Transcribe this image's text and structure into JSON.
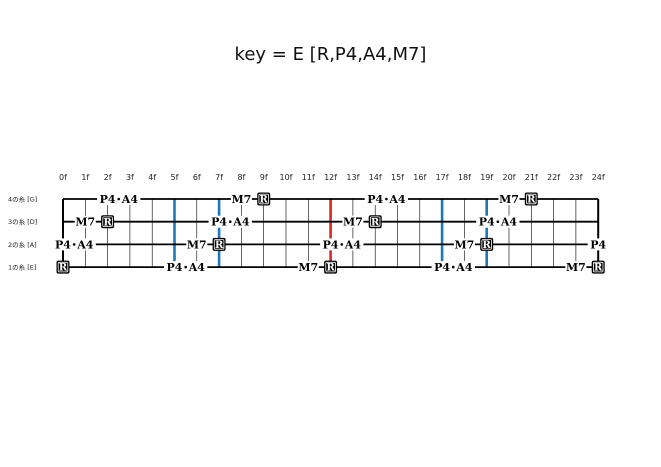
{
  "title": "key = E [R,P4,A4,M7]",
  "frets": [
    "0f",
    "1f",
    "2f",
    "3f",
    "4f",
    "5f",
    "6f",
    "7f",
    "8f",
    "9f",
    "10f",
    "11f",
    "12f",
    "13f",
    "14f",
    "15f",
    "16f",
    "17f",
    "18f",
    "19f",
    "20f",
    "21f",
    "22f",
    "23f",
    "24f"
  ],
  "strings": [
    {
      "label": "4の糸 [G]"
    },
    {
      "label": "3の糸 [D]"
    },
    {
      "label": "2の糸 [A]"
    },
    {
      "label": "1の糸 [E]"
    }
  ],
  "markers": [
    {
      "fret": 5,
      "color": "#1f77b4"
    },
    {
      "fret": 7,
      "color": "#1f77b4"
    },
    {
      "fret": 12,
      "color": "#d62728"
    },
    {
      "fret": 17,
      "color": "#1f77b4"
    },
    {
      "fret": 19,
      "color": "#1f77b4"
    }
  ],
  "notes": [
    {
      "string": 0,
      "fret": 2,
      "label": "P4"
    },
    {
      "string": 0,
      "fret": 3,
      "label": "A4"
    },
    {
      "string": 0,
      "fret": 8,
      "label": "M7"
    },
    {
      "string": 0,
      "fret": 9,
      "label": "R",
      "root": true
    },
    {
      "string": 0,
      "fret": 14,
      "label": "P4"
    },
    {
      "string": 0,
      "fret": 15,
      "label": "A4"
    },
    {
      "string": 0,
      "fret": 20,
      "label": "M7"
    },
    {
      "string": 0,
      "fret": 21,
      "label": "R",
      "root": true
    },
    {
      "string": 1,
      "fret": 1,
      "label": "M7"
    },
    {
      "string": 1,
      "fret": 2,
      "label": "R",
      "root": true
    },
    {
      "string": 1,
      "fret": 7,
      "label": "P4"
    },
    {
      "string": 1,
      "fret": 8,
      "label": "A4"
    },
    {
      "string": 1,
      "fret": 13,
      "label": "M7"
    },
    {
      "string": 1,
      "fret": 14,
      "label": "R",
      "root": true
    },
    {
      "string": 1,
      "fret": 19,
      "label": "P4"
    },
    {
      "string": 1,
      "fret": 20,
      "label": "A4"
    },
    {
      "string": 2,
      "fret": 0,
      "label": "P4"
    },
    {
      "string": 2,
      "fret": 1,
      "label": "A4"
    },
    {
      "string": 2,
      "fret": 6,
      "label": "M7"
    },
    {
      "string": 2,
      "fret": 7,
      "label": "R",
      "root": true
    },
    {
      "string": 2,
      "fret": 12,
      "label": "P4"
    },
    {
      "string": 2,
      "fret": 13,
      "label": "A4"
    },
    {
      "string": 2,
      "fret": 18,
      "label": "M7"
    },
    {
      "string": 2,
      "fret": 19,
      "label": "R",
      "root": true
    },
    {
      "string": 2,
      "fret": 24,
      "label": "P4"
    },
    {
      "string": 3,
      "fret": 0,
      "label": "R",
      "root": true
    },
    {
      "string": 3,
      "fret": 5,
      "label": "P4"
    },
    {
      "string": 3,
      "fret": 6,
      "label": "A4"
    },
    {
      "string": 3,
      "fret": 11,
      "label": "M7"
    },
    {
      "string": 3,
      "fret": 12,
      "label": "R",
      "root": true
    },
    {
      "string": 3,
      "fret": 17,
      "label": "P4"
    },
    {
      "string": 3,
      "fret": 18,
      "label": "A4"
    },
    {
      "string": 3,
      "fret": 23,
      "label": "M7"
    },
    {
      "string": 3,
      "fret": 24,
      "label": "R",
      "root": true
    }
  ]
}
